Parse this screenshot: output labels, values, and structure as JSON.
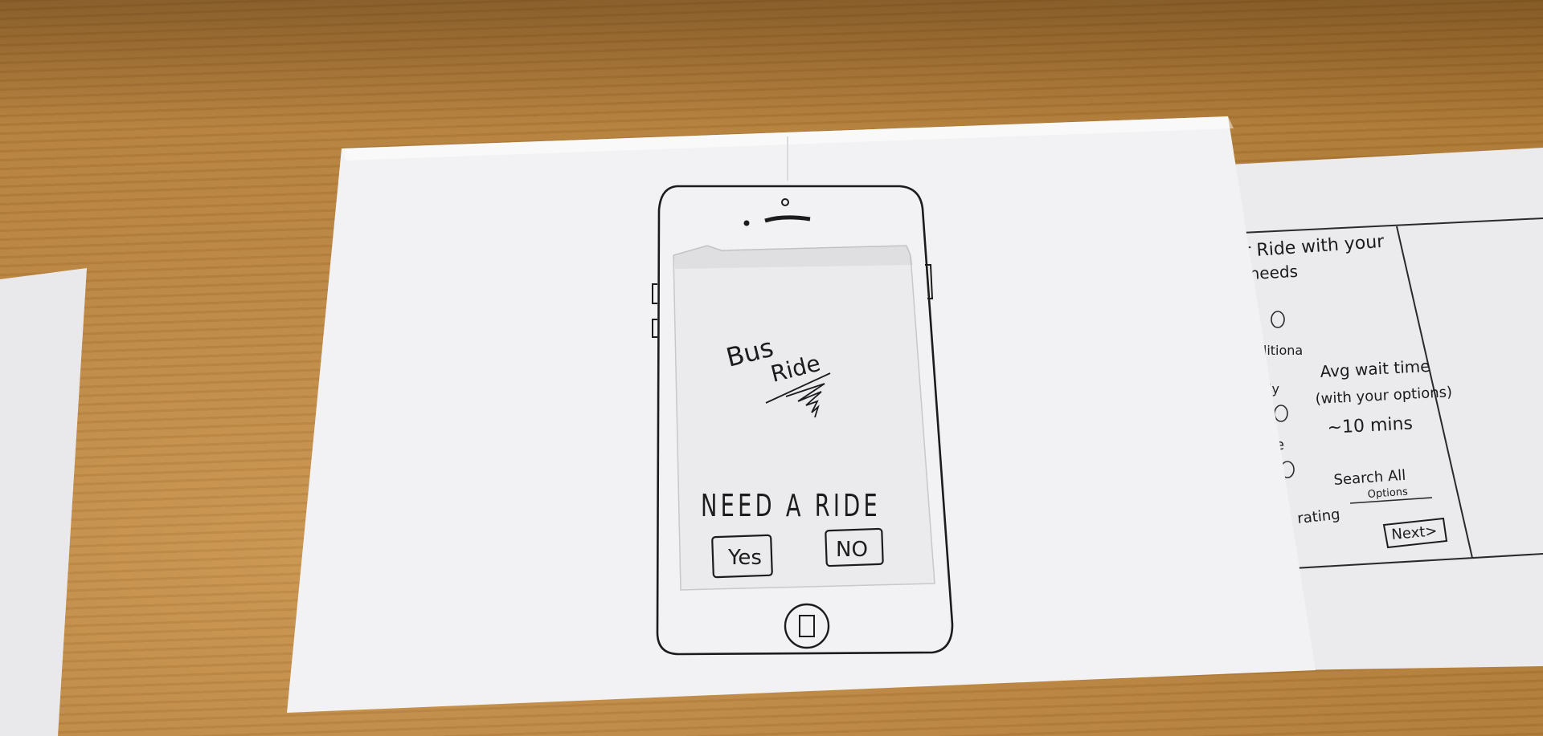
{
  "phone_screen": {
    "title_line1": "Bus",
    "title_line2": "Ride",
    "prompt": "NEED A RIDE",
    "yes_button": "Yes",
    "no_button": "NO"
  },
  "side_sheet": {
    "header_line1": "r Ride with your",
    "header_line2": "needs",
    "left_fragments": [
      "dditiona",
      "ly",
      "le",
      "rating"
    ],
    "wait_line1": "Avg wait time",
    "wait_line2": "(with your options)",
    "wait_value": "~10 mins",
    "search_line1": "Search All",
    "search_line2": "Options",
    "next_button": "Next>"
  },
  "colors": {
    "paper": "#f2f2f4",
    "ink": "#1c1c1c",
    "desk": "#b98340"
  },
  "icons": {
    "home_button": "home-button-icon",
    "camera": "camera-dot-icon",
    "speaker": "speaker-slot-icon"
  }
}
